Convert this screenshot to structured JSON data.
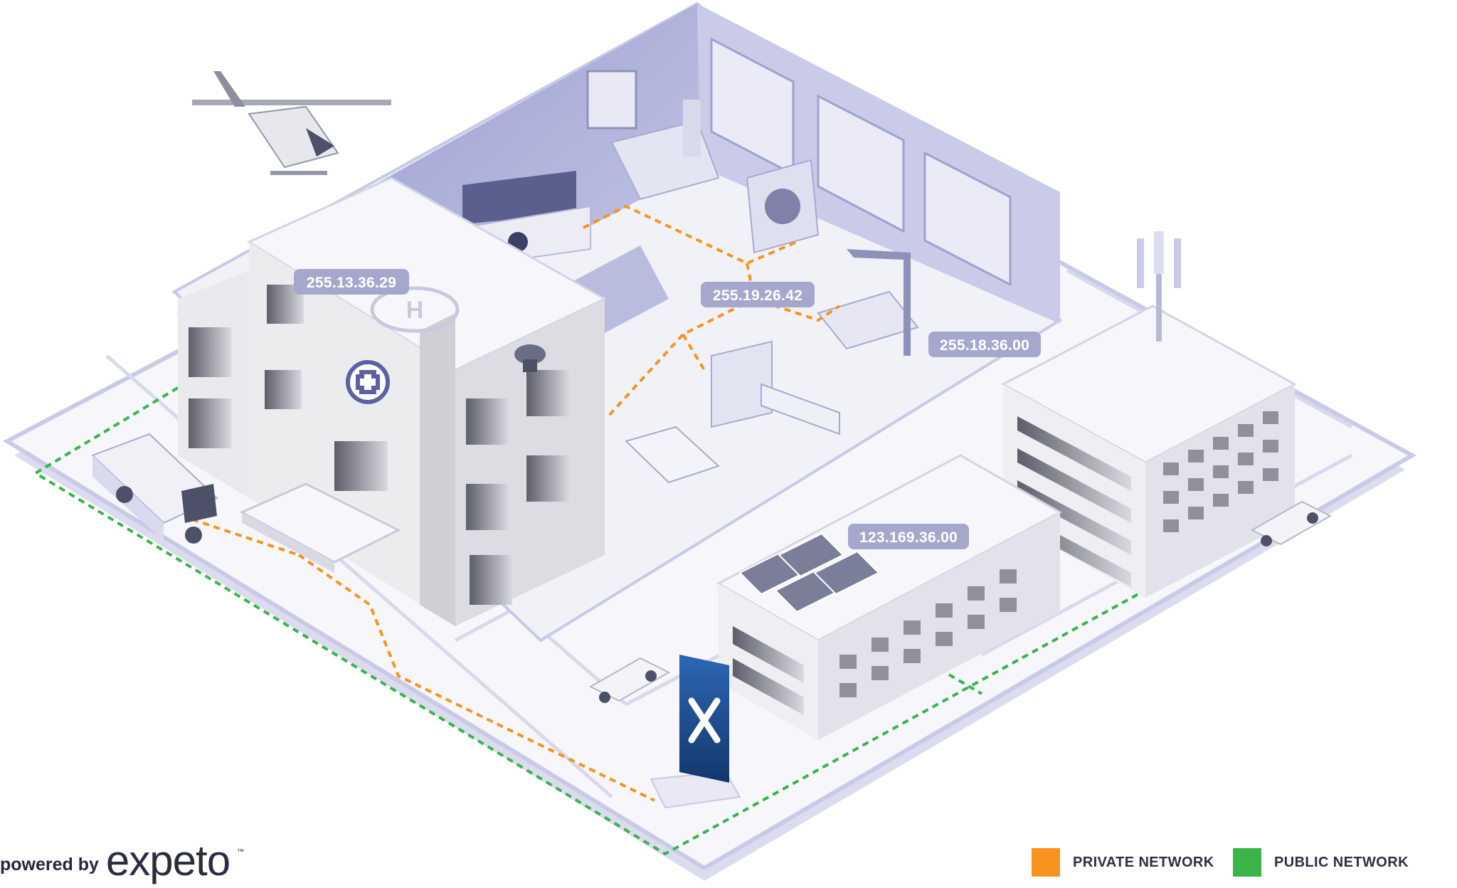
{
  "brand": {
    "powered_by": "powered by",
    "logo": "expeto",
    "trademark": "™"
  },
  "legend": [
    {
      "label": "PRIVATE NETWORK",
      "color": "#f7941d"
    },
    {
      "label": "PUBLIC NETWORK",
      "color": "#39b54a"
    }
  ],
  "ip_labels": {
    "hospital_roof": "255.13.36.29",
    "surgery_room": "255.19.26.42",
    "operating_table": "255.18.36.00",
    "solar_building": "123.169.36.00"
  },
  "colors": {
    "private_network": "#f7941d",
    "public_network": "#39b54a",
    "ip_badge": "#a5a8cc",
    "wall": "#9ea2cc",
    "kiosk": "#1f4c8f"
  }
}
